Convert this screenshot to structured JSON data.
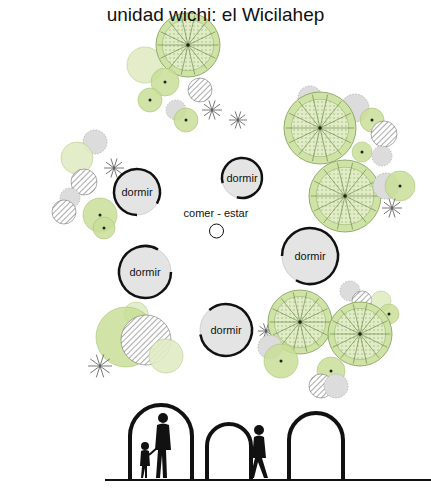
{
  "diagram": {
    "title": "unidad wichi: el Wicilahep",
    "nodes": [
      {
        "text": [
          "dormir"
        ]
      },
      {
        "text": [
          "dormir"
        ]
      },
      {
        "text": [
          "comer - estar"
        ]
      },
      {
        "text": [
          "dormir"
        ]
      },
      {
        "text": [
          "dormir"
        ]
      },
      {
        "text": [
          "dormir"
        ]
      }
    ]
  }
}
